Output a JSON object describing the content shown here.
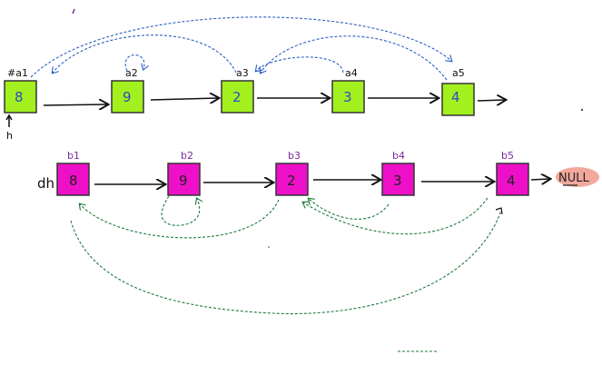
{
  "list_a": {
    "head_label": "h",
    "nodes": [
      {
        "label": "#a1",
        "value": "8"
      },
      {
        "label": "a2",
        "value": "9"
      },
      {
        "label": "a3",
        "value": "2"
      },
      {
        "label": "a4",
        "value": "3"
      },
      {
        "label": "a5",
        "value": "4"
      }
    ],
    "random_links": [
      {
        "from": "a1",
        "to": "a5"
      },
      {
        "from": "a2",
        "to": "a2"
      },
      {
        "from": "a3",
        "to": "a1"
      },
      {
        "from": "a4",
        "to": "a3"
      },
      {
        "from": "a5",
        "to": "a3"
      }
    ],
    "node_color": "#a3f01e",
    "link_color": "#2b5fc4"
  },
  "list_b": {
    "head_label": "dh",
    "nodes": [
      {
        "label": "b1",
        "value": "8"
      },
      {
        "label": "b2",
        "value": "9"
      },
      {
        "label": "b3",
        "value": "2"
      },
      {
        "label": "b4",
        "value": "3"
      },
      {
        "label": "b5",
        "value": "4"
      }
    ],
    "tail_label": "NULL",
    "random_links": [
      {
        "from": "b1",
        "to": "b5"
      },
      {
        "from": "b2",
        "to": "b2"
      },
      {
        "from": "b3",
        "to": "b1"
      },
      {
        "from": "b4",
        "to": "b3"
      },
      {
        "from": "b5",
        "to": "b3"
      }
    ],
    "node_color": "#ee10c8",
    "link_color": "#1e7a3c"
  }
}
